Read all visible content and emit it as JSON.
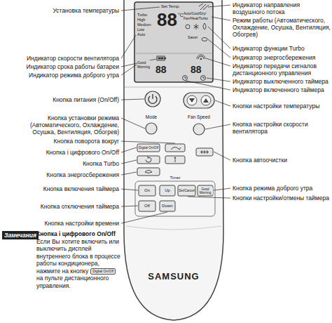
{
  "diagram": {
    "labels": [
      "Установка температуры",
      "Индикатор скорости вентилятора",
      "Индикатор срока работы батареи",
      "Индикатор режима доброго утра",
      "Кнопка питания (On/Off)",
      "Кнопка установки режима (Автоматического, Охлаждение, Осушка, Вентиляция, Обогрев)",
      "Кнопка поворота вокруг",
      "Кнопка i цифрового On/Off",
      "Кнопка Turbo",
      "Кнопка энергосбережения",
      "Кнопка включения таймера",
      "Кнопка отключения таймера",
      "Кнопка настройки времени",
      "Индикатор направления воздушного потока",
      "Режим работы (Автоматического, Охлаждение, Осушка, Вентиляция, Обогрев)",
      "Индикатор функции Turbo",
      "Индикатор энергосбережения",
      "Индикатор передачи сигналов дистанционного управления",
      "Индикатор выключенного таймера",
      "Индикатор включенного таймера",
      "Кнопки настройки температуры",
      "Кнопка настройки скорости вентилятора",
      "Кнопка автоочистки",
      "Кнопка режима доброго утра",
      "Кнопки настройки/отмены таймера",
      "Set Temp.",
      "Turbo",
      "High",
      "Medium",
      "Low",
      "Auto",
      "88",
      "°C",
      "Auto/Cool/Dry/",
      "Fan/Heat/Turbo",
      "Saver",
      "Good Morning",
      "88",
      "88",
      "Mode",
      "Fan Speed",
      "Digital On/Off",
      "Timer",
      "On",
      "Up",
      "Set/Cancel",
      "Good Morning",
      "Off",
      "Down",
      "SAMSUNG",
      "Замечания",
      "Кнопка i цифрового On/Off",
      "Если Вы хотите включить или выключить дисплей внутреннего блока в процессе работы кондиционера, нажмите на кнопку",
      "Digital On/Off",
      "на пульте дистанционного управления."
    ]
  }
}
